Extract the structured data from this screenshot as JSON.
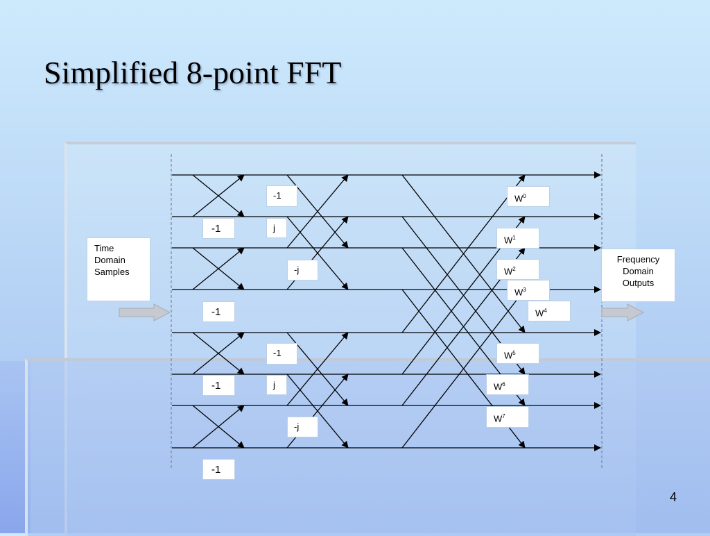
{
  "slide": {
    "title": "Simplified 8-point FFT",
    "page_number": "4"
  },
  "diagram": {
    "input_label": [
      "Time",
      "Domain",
      "Samples"
    ],
    "output_label": [
      "Frequency",
      "Domain",
      "Outputs"
    ],
    "stage1_factors": [
      "-1",
      "-1",
      "-1",
      "-1"
    ],
    "stage2_factors": [
      "-1",
      "j",
      "-j",
      "-1",
      "j",
      "-j"
    ],
    "twiddles": [
      {
        "base": "W",
        "exp": "0"
      },
      {
        "base": "W",
        "exp": "1"
      },
      {
        "base": "W",
        "exp": "2"
      },
      {
        "base": "W",
        "exp": "3"
      },
      {
        "base": "W",
        "exp": "4"
      },
      {
        "base": "W",
        "exp": "5"
      },
      {
        "base": "W",
        "exp": "6"
      },
      {
        "base": "W",
        "exp": "7"
      }
    ],
    "colors": {
      "line": "#000000",
      "arrow_fill": "#c6c9cf",
      "arrow_stroke": "#a7adb6",
      "dash": "#7d8aa0"
    }
  }
}
